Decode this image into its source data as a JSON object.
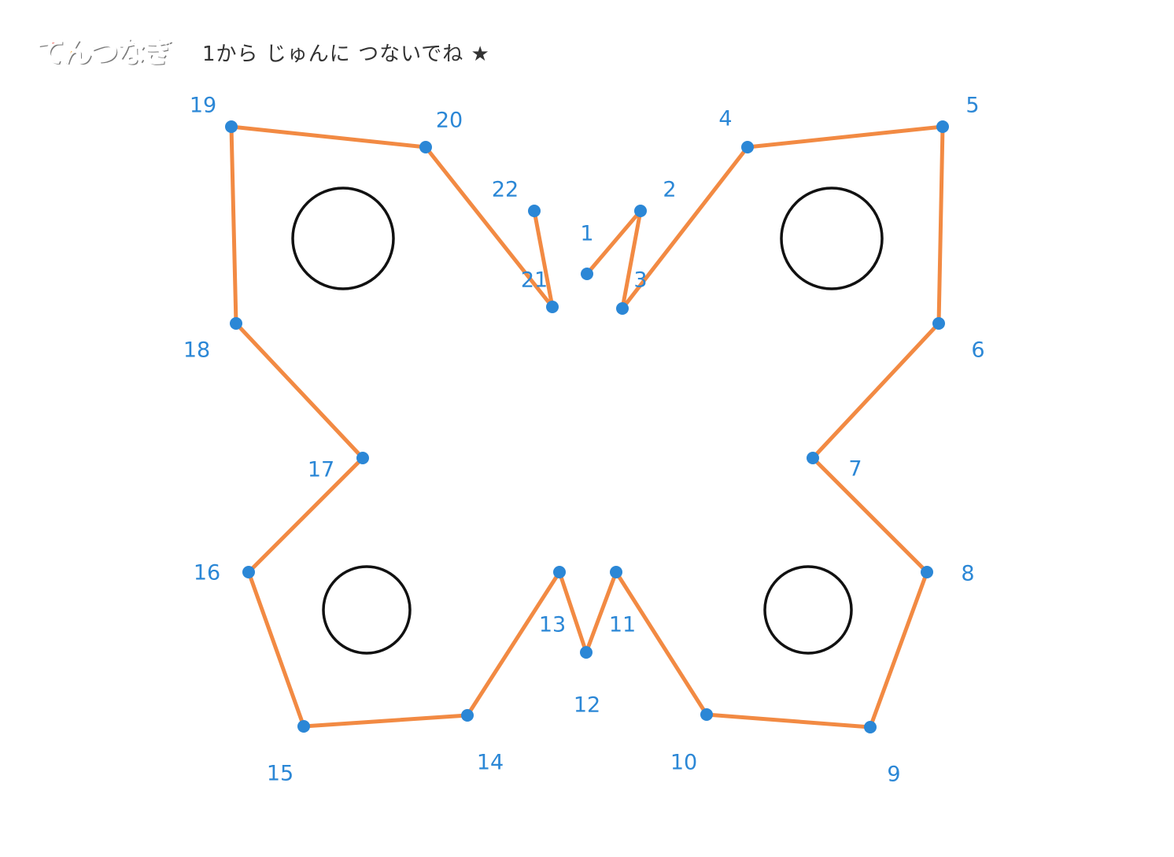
{
  "header": {
    "logo_chars": [
      "て",
      "ん",
      "つ",
      "な",
      "ぎ"
    ],
    "logo_colors": [
      "#e8382f",
      "#f39a1e",
      "#3db14a",
      "#2e8ad8",
      "#9b4fc4"
    ],
    "instruction": "1から じゅんに つないでね ★"
  },
  "colors": {
    "line": "#f28a43",
    "dot": "#2b87d6",
    "label": "#2b87d6",
    "circle": "#111111"
  },
  "dots": [
    {
      "n": "1"
    },
    {
      "n": "2"
    },
    {
      "n": "3"
    },
    {
      "n": "4"
    },
    {
      "n": "5"
    },
    {
      "n": "6"
    },
    {
      "n": "7"
    },
    {
      "n": "8"
    },
    {
      "n": "9"
    },
    {
      "n": "10"
    },
    {
      "n": "11"
    },
    {
      "n": "12"
    },
    {
      "n": "13"
    },
    {
      "n": "14"
    },
    {
      "n": "15"
    },
    {
      "n": "16"
    },
    {
      "n": "17"
    },
    {
      "n": "18"
    },
    {
      "n": "19"
    },
    {
      "n": "20"
    },
    {
      "n": "21"
    },
    {
      "n": "22"
    }
  ]
}
